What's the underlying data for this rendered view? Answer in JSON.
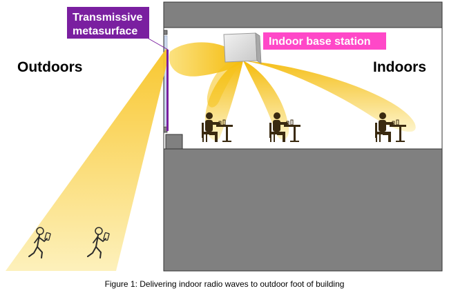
{
  "labels": {
    "metasurface": [
      "Transmissive",
      "metasurface"
    ],
    "base_station": "Indoor base station",
    "outdoors": "Outdoors",
    "indoors": "Indoors"
  },
  "caption": "Figure 1: Delivering indoor radio waves to outdoor foot of building",
  "colors": {
    "building_gray": "#808080",
    "beam_yellow": "#f7c623",
    "metasurface_purple": "#7a1fa0",
    "base_station_pink": "#ff48c8",
    "person_dark": "#3a2a10"
  },
  "icons": {
    "base_station": "base-station-icon",
    "seated_person": "seated-person-at-table-icon",
    "walking_person": "walking-person-with-phone-icon"
  },
  "scene": {
    "indoor_diners": 3,
    "outdoor_walkers": 2
  }
}
